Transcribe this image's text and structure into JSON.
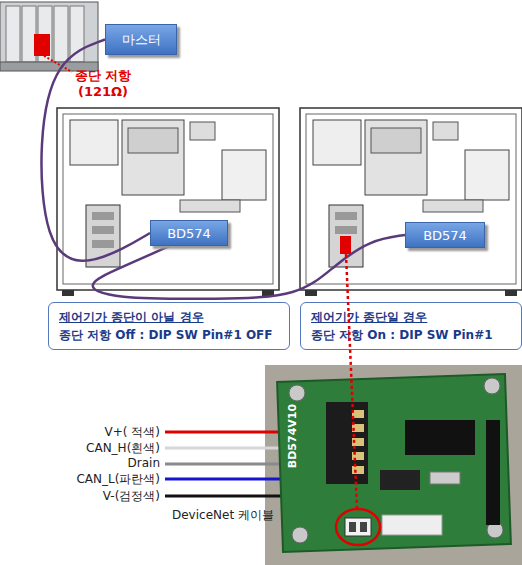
{
  "diagram": {
    "nodes": [
      {
        "text": [
          "마스터"
        ]
      },
      {
        "text": [
          "BD574"
        ]
      },
      {
        "text": [
          "BD574"
        ]
      },
      {
        "text": [
          "제어기가 종단이 아닐 경우",
          "종단 저항 Off : DIP SW Pin#1 OFF"
        ]
      },
      {
        "text": [
          "제어기가 종단일 경우",
          "종단 저항 On : DIP SW Pin#1"
        ]
      }
    ],
    "edges": [
      {
        "from": 0,
        "to": 1,
        "arrow": "none"
      },
      {
        "from": 1,
        "to": 2,
        "arrow": "none"
      }
    ],
    "labels": [
      "종단 저항 (121Ω)",
      "V+( 적색)",
      "CAN_H(흰색)",
      "Drain",
      "CAN_L(파란색)",
      "V-(검정색)",
      "DeviceNet 케이블",
      "BD574V10"
    ]
  }
}
